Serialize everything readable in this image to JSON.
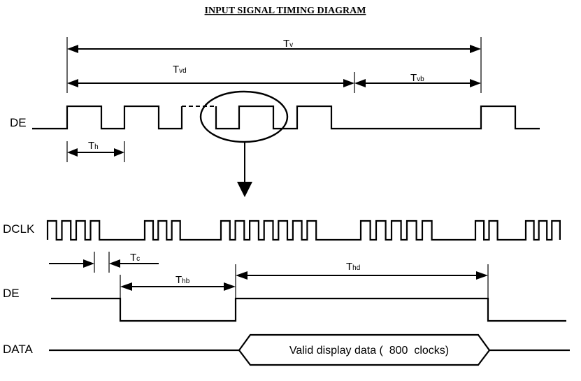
{
  "title": "INPUT SIGNAL TIMING DIAGRAM",
  "signals": {
    "de_top": "DE",
    "dclk": "DCLK",
    "de_bottom": "DE",
    "data": "DATA"
  },
  "timing_labels": {
    "tv": {
      "main": "T",
      "sub": "v"
    },
    "tvd": {
      "main": "T",
      "sub": "vd"
    },
    "tvb": {
      "main": "T",
      "sub": "vb"
    },
    "th": {
      "main": "T",
      "sub": "h"
    },
    "tc": {
      "main": "T",
      "sub": "c"
    },
    "thb": {
      "main": "T",
      "sub": "hb"
    },
    "thd": {
      "main": "T",
      "sub": "hd"
    }
  },
  "data_box": {
    "text": "Valid display data (  800  clocks)",
    "clock_count": 800
  },
  "dclk_bursts": [
    4,
    3,
    7,
    5,
    2,
    3
  ]
}
